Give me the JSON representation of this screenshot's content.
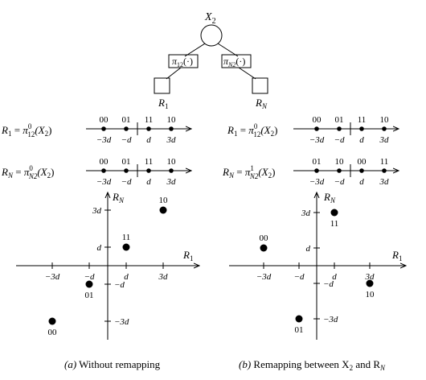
{
  "tree": {
    "root": {
      "main": "X",
      "sub": "2"
    },
    "left_box": {
      "main": "π",
      "sub": "12",
      "arg": "(·)"
    },
    "right_box": {
      "main": "π",
      "sub": "N2",
      "arg": "(·)"
    },
    "left_leaf": {
      "main": "R",
      "sub": "1"
    },
    "right_leaf": {
      "main": "R",
      "sub": "N"
    }
  },
  "lines": {
    "a1": {
      "lhs_main": "R",
      "lhs_sub": "1",
      "pi": "π",
      "sup": "0",
      "sub": "12",
      "arg": "(X",
      "argsub": "2",
      "close": ")"
    },
    "a2": {
      "lhs_main": "R",
      "lhs_sub": "N",
      "pi": "π",
      "sup": "0",
      "sub": "N2",
      "arg": "(X",
      "argsub": "2",
      "close": ")"
    },
    "b1": {
      "lhs_main": "R",
      "lhs_sub": "1",
      "pi": "π",
      "sup": "0",
      "sub": "12",
      "arg": "(X",
      "argsub": "2",
      "close": ")"
    },
    "b2": {
      "lhs_main": "R",
      "lhs_sub": "N",
      "pi": "π",
      "sup": "1",
      "sub": "N2",
      "arg": "(X",
      "argsub": "2",
      "close": ")"
    }
  },
  "ticks": {
    "values": [
      "−3d",
      "−d",
      "d",
      "3d"
    ],
    "a1_codes": [
      "00",
      "01",
      "11",
      "10"
    ],
    "a2_codes": [
      "00",
      "01",
      "11",
      "10"
    ],
    "b1_codes": [
      "00",
      "01",
      "11",
      "10"
    ],
    "b2_codes": [
      "01",
      "10",
      "00",
      "11"
    ]
  },
  "plot_a": {
    "axis_x": {
      "main": "R",
      "sub": "1"
    },
    "axis_y": {
      "main": "R",
      "sub": "N"
    },
    "x_ticks": [
      "−3d",
      "−d",
      "d",
      "3d"
    ],
    "y_ticks": [
      "3d",
      "d",
      "−d",
      "−3d"
    ],
    "points": [
      {
        "label": "10",
        "x": 3,
        "y": 3
      },
      {
        "label": "11",
        "x": 1,
        "y": 1
      },
      {
        "label": "01",
        "x": -1,
        "y": -1
      },
      {
        "label": "00",
        "x": -3,
        "y": -3
      }
    ]
  },
  "plot_b": {
    "axis_x": {
      "main": "R",
      "sub": "1"
    },
    "axis_y": {
      "main": "R",
      "sub": "N"
    },
    "x_ticks": [
      "−3d",
      "−d",
      "d",
      "3d"
    ],
    "y_ticks": [
      "3d",
      "d",
      "−d",
      "−3d"
    ],
    "points": [
      {
        "label": "11",
        "x": 1,
        "y": 3
      },
      {
        "label": "00",
        "x": -3,
        "y": 1
      },
      {
        "label": "10",
        "x": 3,
        "y": -1
      },
      {
        "label": "01",
        "x": -1,
        "y": -3
      }
    ]
  },
  "captions": {
    "a": {
      "tag": "(a)",
      "text": " Without remapping"
    },
    "b": {
      "tag": "(b)",
      "text": " Remapping between X",
      "sub1": "2",
      "mid": " and R",
      "sub2": "N"
    }
  }
}
